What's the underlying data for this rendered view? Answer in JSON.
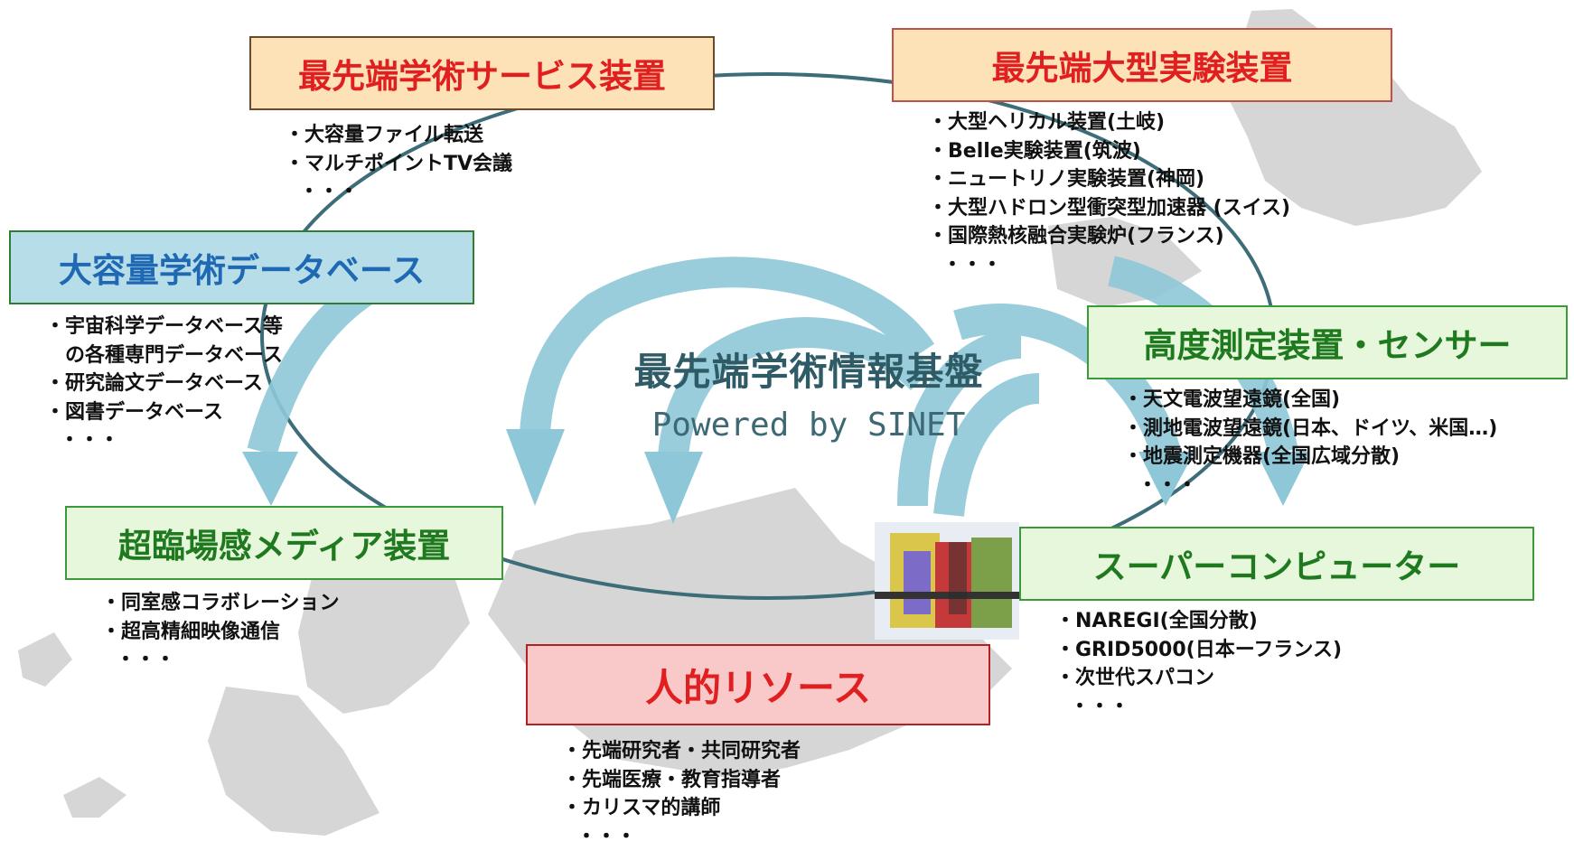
{
  "center": {
    "title": "最先端学術情報基盤",
    "subtitle": "Powered by SINET"
  },
  "colors": {
    "orange_fill": "#fde2b8",
    "orange_border": "#c0504d",
    "orange_text": "#e02020",
    "blue_fill": "#b7dde8",
    "blue_border": "#2e7d32",
    "blue_text": "#1f68b4",
    "green_fill": "#e6f7dc",
    "green_border": "#3a9a3a",
    "green_text": "#1f7a1f",
    "pink_fill": "#f9c9c9",
    "pink_border": "#b22222",
    "pink_text": "#e02020",
    "arrow": "#8ec8d8",
    "map": "#d6d6d6"
  },
  "nodes": {
    "service": {
      "label": "最先端学術サービス装置",
      "items": [
        "・大容量ファイル転送",
        "・マルチポイントTV会議",
        "・・・"
      ]
    },
    "experiment": {
      "label": "最先端大型実験装置",
      "items": [
        "・大型ヘリカル装置(土岐)",
        "・Belle実験装置(筑波)",
        "・ニュートリノ実験装置(神岡)",
        "・大型ハドロン型衝突型加速器 (スイス)",
        "・国際熱核融合実験炉(フランス)",
        "・・・"
      ]
    },
    "database": {
      "label": "大容量学術データベース",
      "items": [
        "・宇宙科学データベース等",
        "　の各種専門データベース",
        "・研究論文データベース",
        "・図書データベース",
        "・・・"
      ]
    },
    "sensor": {
      "label": "高度測定装置・センサー",
      "items": [
        "・天文電波望遠鏡(全国)",
        "・測地電波望遠鏡(日本、ドイツ、米国…)",
        "・地震測定機器(全国広域分散)",
        "・・・"
      ]
    },
    "media": {
      "label": "超臨場感メディア装置",
      "items": [
        "・同室感コラボレーション",
        "・超高精細映像通信",
        "・・・"
      ]
    },
    "supercomputer": {
      "label": "スーパーコンピューター",
      "items": [
        "・NAREGI(全国分散)",
        "・GRID5000(日本ーフランス)",
        "・次世代スパコン",
        "・・・"
      ]
    },
    "human": {
      "label": "人的リソース",
      "items": [
        "・先端研究者・共同研究者",
        "・先端医療・教育指導者",
        "・カリスマ的講師",
        "・・・"
      ]
    }
  }
}
